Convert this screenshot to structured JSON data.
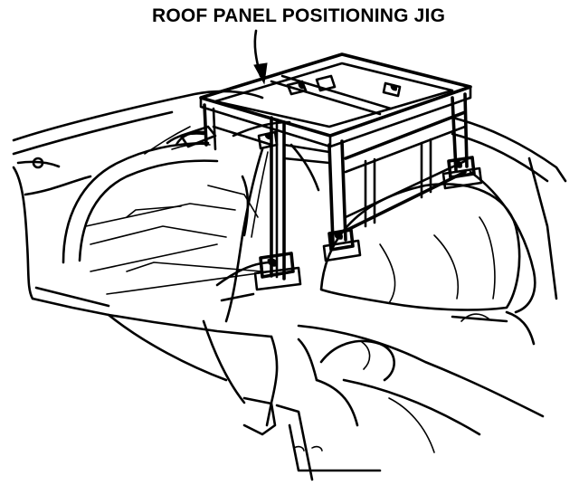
{
  "diagram": {
    "caption": "ROOF PANEL POSITIONING JIG",
    "line_color": "#000000",
    "background_color": "#ffffff",
    "components": {
      "leader": "leader-arrow",
      "jig": "roof-panel-positioning-jig",
      "body": "vehicle-body-shell"
    }
  }
}
